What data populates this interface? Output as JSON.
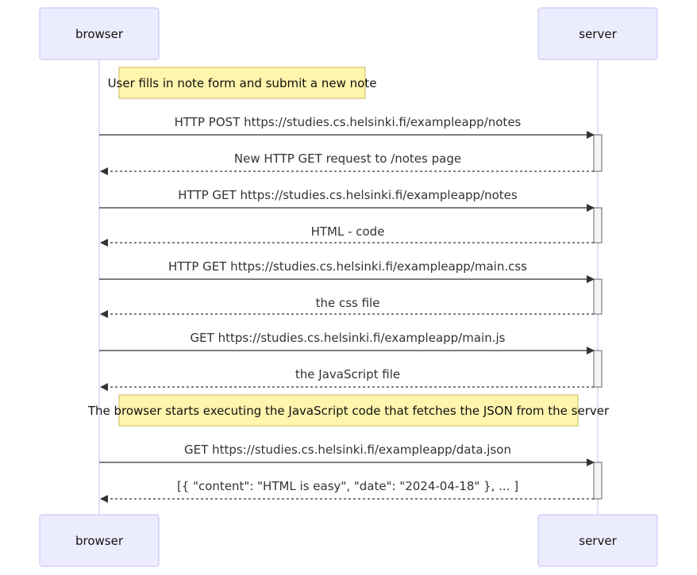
{
  "participants": [
    {
      "id": "browser",
      "label": "browser"
    },
    {
      "id": "server",
      "label": "server"
    }
  ],
  "notes": [
    {
      "text": "User fills in note form and submit a new note"
    },
    {
      "text": "The browser starts executing the JavaScript code that fetches the JSON from the server"
    }
  ],
  "messages": [
    {
      "text": "HTTP POST https://studies.cs.helsinki.fi/exampleapp/notes",
      "from": "browser",
      "to": "server",
      "style": "solid"
    },
    {
      "text": "New HTTP GET request to /notes page",
      "from": "server",
      "to": "browser",
      "style": "dashed"
    },
    {
      "text": "HTTP GET https://studies.cs.helsinki.fi/exampleapp/notes",
      "from": "browser",
      "to": "server",
      "style": "solid"
    },
    {
      "text": "HTML - code",
      "from": "server",
      "to": "browser",
      "style": "dashed"
    },
    {
      "text": "HTTP GET https://studies.cs.helsinki.fi/exampleapp/main.css",
      "from": "browser",
      "to": "server",
      "style": "solid"
    },
    {
      "text": "the css file",
      "from": "server",
      "to": "browser",
      "style": "dashed"
    },
    {
      "text": "GET https://studies.cs.helsinki.fi/exampleapp/main.js",
      "from": "browser",
      "to": "server",
      "style": "solid"
    },
    {
      "text": "the JavaScript file",
      "from": "server",
      "to": "browser",
      "style": "dashed"
    },
    {
      "text": "GET https://studies.cs.helsinki.fi/exampleapp/data.json",
      "from": "browser",
      "to": "server",
      "style": "solid"
    },
    {
      "text": "[{ \"content\": \"HTML is easy\", \"date\": \"2024-04-18\" }, ... ]",
      "from": "server",
      "to": "browser",
      "style": "dashed"
    }
  ]
}
